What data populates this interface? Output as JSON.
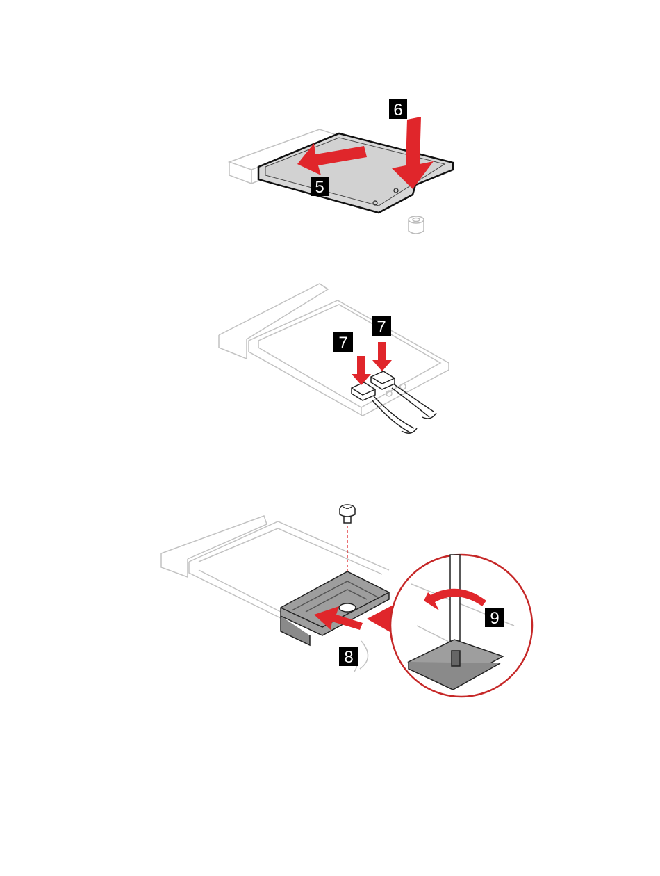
{
  "steps": {
    "step5": "5",
    "step6": "6",
    "step7a": "7",
    "step7b": "7",
    "step8": "8",
    "step9": "9"
  },
  "colors": {
    "arrow": "#e0262b",
    "outline": "#bdbdbd",
    "card": "#dcdcdc",
    "badge": "#000000",
    "part": "#9e9e9e"
  }
}
